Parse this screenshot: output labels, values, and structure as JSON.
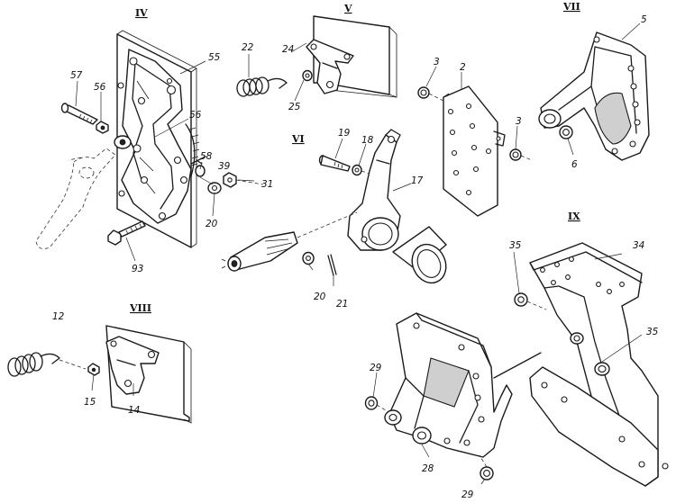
{
  "groups": {
    "g4": "IV",
    "g5": "V",
    "g6": "VI",
    "g7": "VII",
    "g8": "VIII",
    "g9": "IX"
  },
  "labels": {
    "p55": "55",
    "p57": "57",
    "p56a": "56",
    "p56b": "56",
    "p58": "58",
    "p39": "39",
    "p31": "31",
    "p20a": "20",
    "p93": "93",
    "p22": "22",
    "p24": "24",
    "p25": "25",
    "p19": "19",
    "p18": "18",
    "p17": "17",
    "p20b": "20",
    "p21": "21",
    "p3a": "3",
    "p2": "2",
    "p3b": "3",
    "p5": "5",
    "p6": "6",
    "p12": "12",
    "p15": "15",
    "p14": "14",
    "p35a": "35",
    "p34": "34",
    "p35b": "35",
    "p29a": "29",
    "p28": "28",
    "p29b": "29"
  }
}
